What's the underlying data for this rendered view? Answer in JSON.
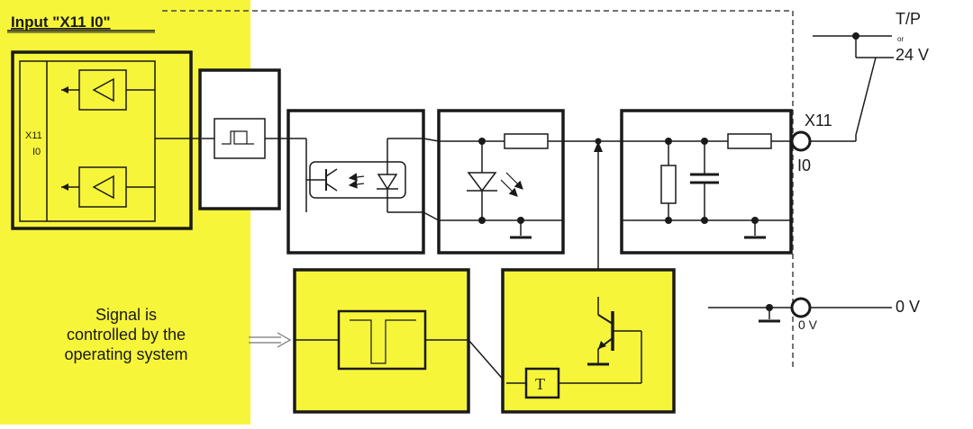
{
  "colors": {
    "yellow": "#f6f53a",
    "line": "#1a1a1a",
    "dash": "#444444"
  },
  "panel": {
    "title": "Input \"X11 I0\""
  },
  "left_block": {
    "label_line1": "X11",
    "label_line2": "I0"
  },
  "note": {
    "line1": "Signal is",
    "line2": "controlled by the",
    "line3": "operating system"
  },
  "timer": {
    "label": "T"
  },
  "terminals": {
    "x11": "X11",
    "i0": "I0",
    "ov_side": "0 V",
    "ov_line": "0 V",
    "tp": "T/P",
    "or": "or",
    "v24": "24 V"
  }
}
